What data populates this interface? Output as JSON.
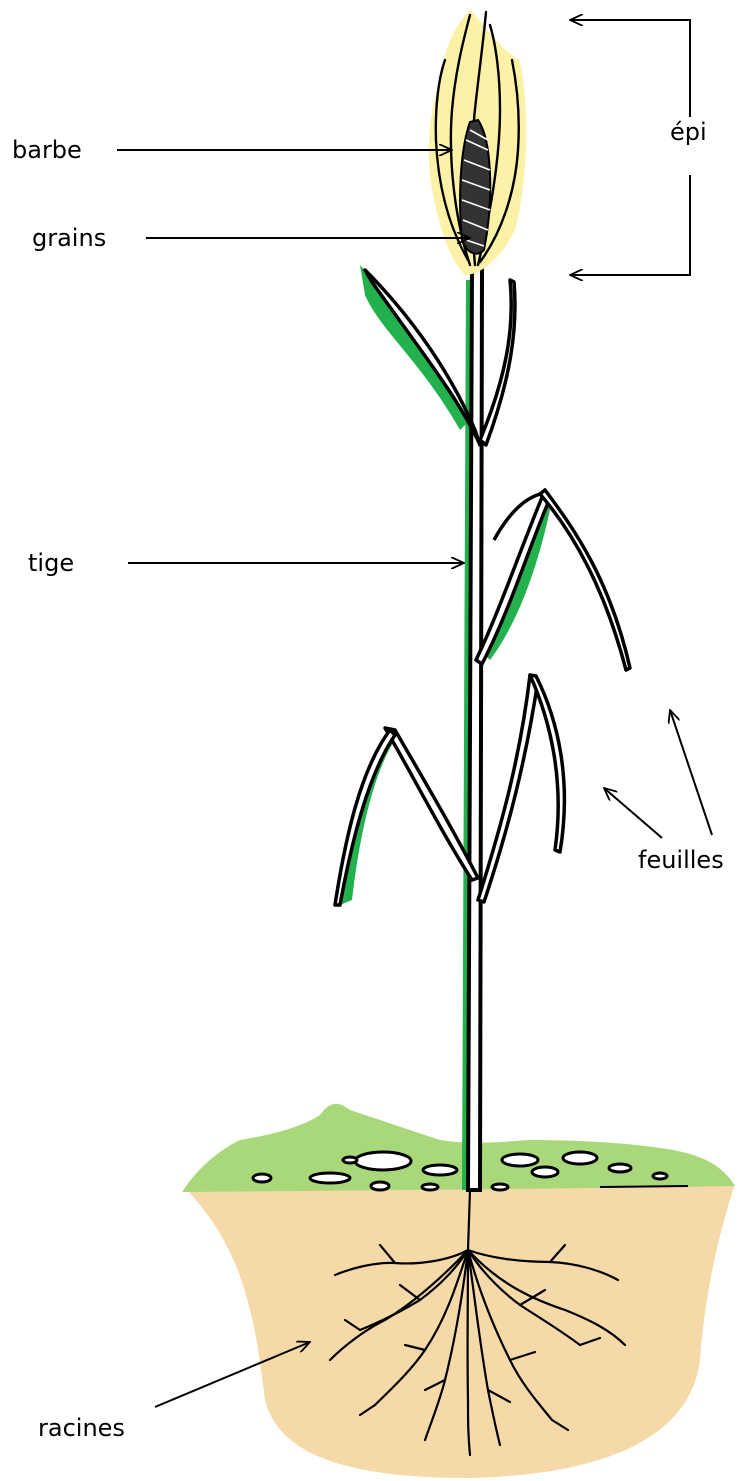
{
  "labels": {
    "barbe": "barbe",
    "grains": "grains",
    "epi": "épi",
    "tige": "tige",
    "feuilles": "feuilles",
    "racines": "racines"
  },
  "colors": {
    "leaf_green": "#22b14c",
    "grass_green": "#a8d87a",
    "soil": "#f5d9a8",
    "ear_yellow": "#fbf2a8",
    "ink": "#000000"
  }
}
